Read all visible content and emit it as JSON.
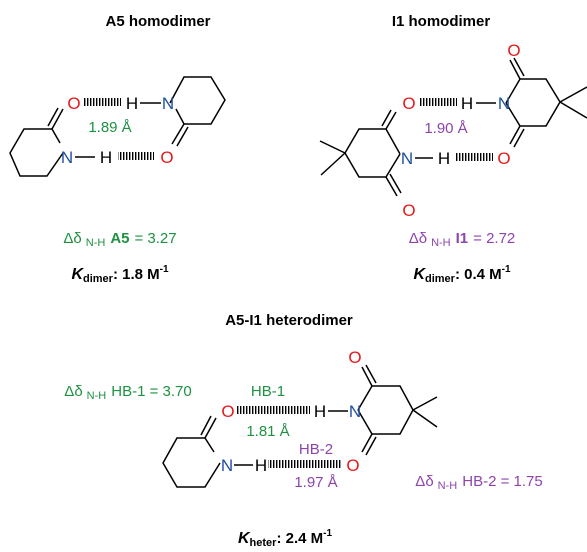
{
  "colors": {
    "oxygen": "#e41a1c",
    "nitrogen": "#1f4e9e",
    "bond": "#000000",
    "green": "#1e9142",
    "purple": "#8e44ad",
    "black": "#000000"
  },
  "atoms": {
    "O": "O",
    "N": "N",
    "H": "H"
  },
  "a5": {
    "title": "A5 homodimer",
    "distance": "1.89 Å",
    "delta_sym": "Δδ",
    "delta_sub": "N-H",
    "delta_name": "A5",
    "delta_value": "= 3.27",
    "k_symbol": "K",
    "k_sub": "dimer",
    "k_value": ": 1.8 M",
    "k_exp": "-1"
  },
  "i1": {
    "title": "I1 homodimer",
    "distance": "1.90 Å",
    "delta_sym": "Δδ",
    "delta_sub": "N-H",
    "delta_name": "I1",
    "delta_value": "= 2.72",
    "k_symbol": "K",
    "k_sub": "dimer",
    "k_value": ": 0.4 M",
    "k_exp": "-1"
  },
  "hetero": {
    "title": "A5-I1 heterodimer",
    "hb1_label": "HB-1",
    "hb1_distance": "1.81 Å",
    "hb2_label": "HB-2",
    "hb2_distance": "1.97 Å",
    "delta_sym": "Δδ",
    "delta_sub": "N-H",
    "delta1_text": "HB-1 = 3.70",
    "delta2_text": "HB-2 = 1.75",
    "k_symbol": "K",
    "k_sub": "heter",
    "k_value": ": 2.4 M",
    "k_exp": "-1"
  }
}
